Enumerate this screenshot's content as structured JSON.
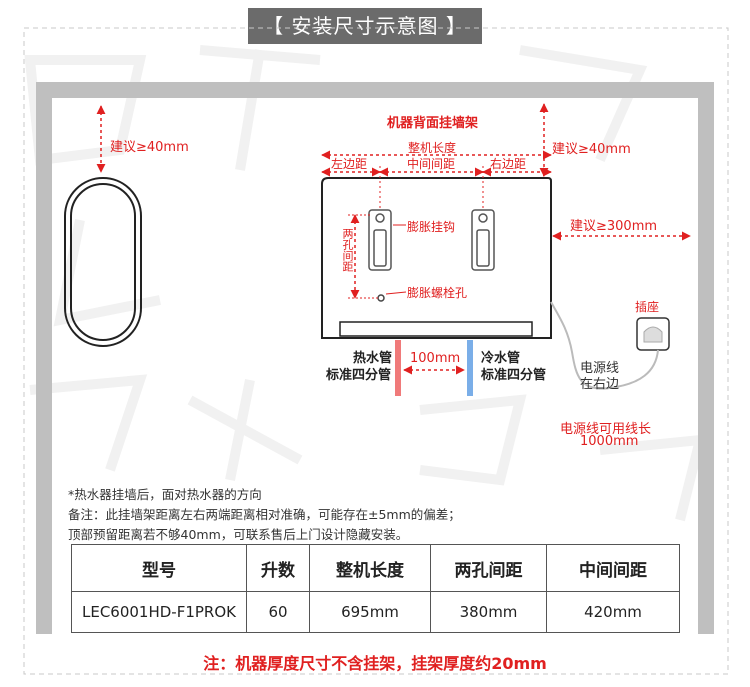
{
  "title": "【 安装尺寸示意图 】",
  "labels": {
    "top_clearance": "建议≥40mm",
    "bracket_title": "机器背面挂墙架",
    "overall_length": "整机长度",
    "left_margin": "左边距",
    "center_distance": "中间间距",
    "right_margin": "右边距",
    "top_clearance_right": "建议≥40mm",
    "right_clearance": "建议≥300mm",
    "expansion_hook": "膨胀挂钩",
    "hole_distance": "两孔间距",
    "expansion_bolt_hole": "膨胀螺栓孔",
    "socket": "插座",
    "power_cord_line1": "电源线",
    "power_cord_line2": "在右边",
    "cord_length_line1": "电源线可用线长",
    "cord_length_line2": "1000mm",
    "hot_pipe_line1": "热水管",
    "hot_pipe_line2": "标准四分管",
    "pipe_gap": "100mm",
    "cold_pipe_line1": "冷水管",
    "cold_pipe_line2": "标准四分管"
  },
  "notes": [
    "*热水器挂墙后，面对热水器的方向",
    "备注：此挂墙架距离左右两端距离相对准确，可能存在±5mm的偏差；",
    "顶部预留距离若不够40mm，可联系售后上门设计隐藏安装。"
  ],
  "table": {
    "headers": [
      "型号",
      "升数",
      "整机长度",
      "两孔间距",
      "中间间距"
    ],
    "rows": [
      [
        "LEC6001HD-F1PROK",
        "60",
        "695mm",
        "380mm",
        "420mm"
      ]
    ]
  },
  "footer": "注：机器厚度尺寸不含挂架，挂架厚度约20mm",
  "colors": {
    "dimension_red": "#e02020",
    "hot_pipe": "#f07a7a",
    "cold_pipe": "#7aaee8",
    "title_band": "#6b6b6b",
    "wall_frame": "#bfbfbf"
  }
}
